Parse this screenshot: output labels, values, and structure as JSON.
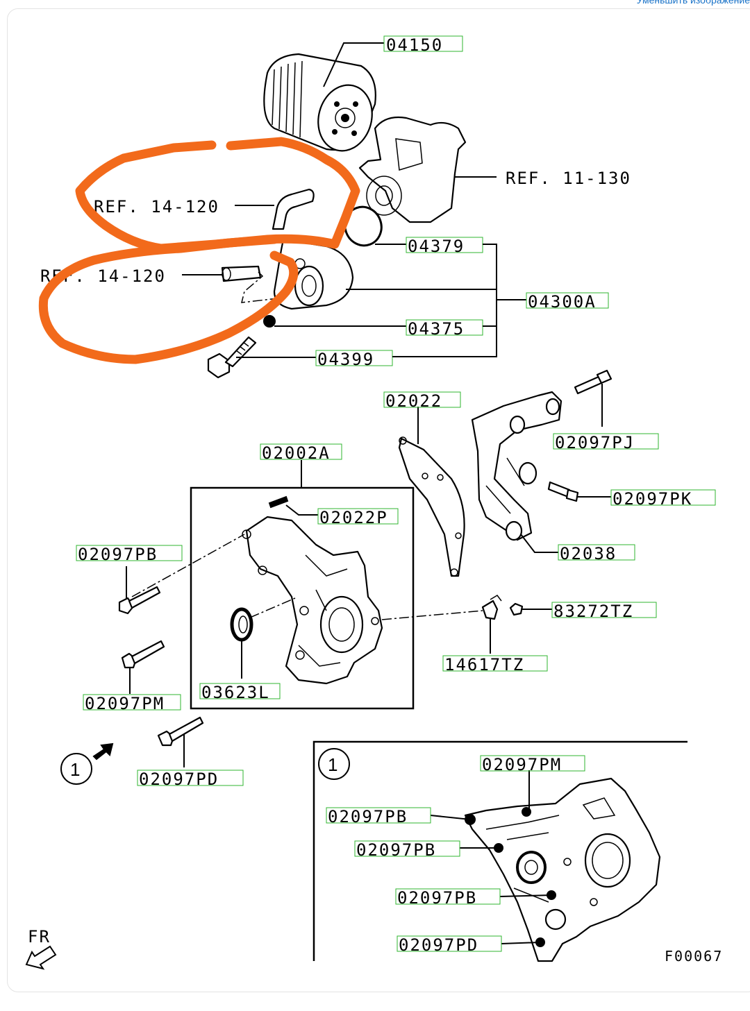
{
  "top_link": "Уменьшить изображение",
  "callouts": {
    "c04150": "04150",
    "ref_11_130": "REF. 11-130",
    "ref_14_120_a": "REF. 14-120",
    "ref_14_120_b": "REF. 14-120",
    "c04379": "04379",
    "c04300A": "04300A",
    "c04375": "04375",
    "c04399": "04399",
    "c02022": "02022",
    "c02097PJ": "02097PJ",
    "c02002A": "02002A",
    "c02097PK": "02097PK",
    "c02022P": "02022P",
    "c02038": "02038",
    "c02097PB": "02097PB",
    "c83272TZ": "83272TZ",
    "c14617TZ": "14617TZ",
    "c03623L": "03623L",
    "c02097PM": "02097PM",
    "c02097PD": "02097PD"
  },
  "detail_view": {
    "ref_number": "1",
    "c02097PM": "02097PM",
    "c02097PB_1": "02097PB",
    "c02097PB_2": "02097PB",
    "c02097PB_3": "02097PB",
    "c02097PD": "02097PD"
  },
  "view_marker": "1",
  "direction_label": "FR",
  "figure_code": "F00067",
  "colors": {
    "annotation_marker": "#f26a1b",
    "callout_box": "#2fb52f",
    "link": "#1a73c8"
  }
}
